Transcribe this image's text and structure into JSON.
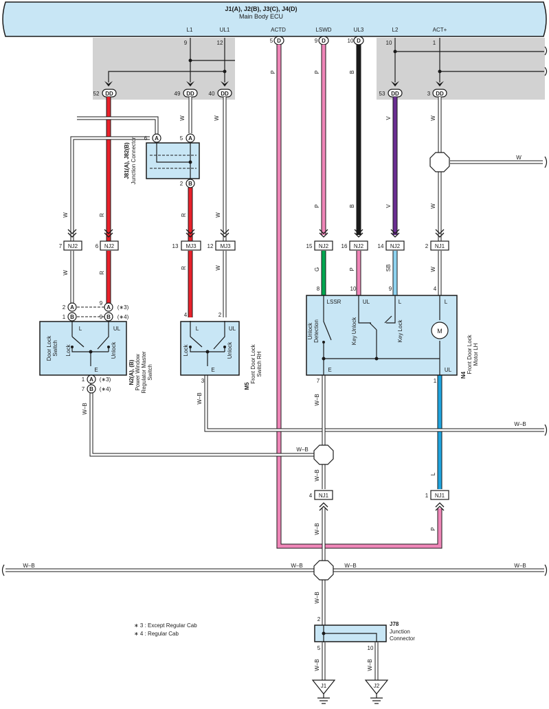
{
  "ecu": {
    "title": "J1(A), J2(B), J3(C), J4(D)",
    "subtitle": "Main Body ECU",
    "terminals": [
      {
        "name": "L1",
        "pin": "9"
      },
      {
        "name": "UL1",
        "pin": "12"
      },
      {
        "name": "ACTD",
        "pin": "5"
      },
      {
        "name": "LSWD",
        "pin": "9"
      },
      {
        "name": "UL3",
        "pin": "10"
      },
      {
        "name": "L2",
        "pin": "10"
      },
      {
        "name": "ACT+",
        "pin": "1"
      }
    ],
    "connector_letters": {
      "actd": "D",
      "lswd": "D",
      "ul3": "D"
    }
  },
  "dd_connectors": [
    {
      "pin": "52",
      "letter": "DD"
    },
    {
      "pin": "49",
      "letter": "DD"
    },
    {
      "pin": "40",
      "letter": "DD"
    },
    {
      "pin": "53",
      "letter": "DD"
    },
    {
      "pin": "3",
      "letter": "DD"
    }
  ],
  "junction_j81": {
    "title": "J81(A), J82(B)",
    "desc": "Junction Connector",
    "pins": [
      {
        "pin": "6",
        "letter": "A"
      },
      {
        "pin": "5",
        "letter": "A"
      },
      {
        "pin": "2",
        "letter": "B"
      }
    ]
  },
  "wire_colors": {
    "w": "W",
    "r": "R",
    "p": "P",
    "b": "B",
    "v": "V",
    "g": "G",
    "sb": "SB",
    "l": "L",
    "wb": "W–B"
  },
  "inline_connectors": [
    {
      "pin": "7",
      "name": "NJ2"
    },
    {
      "pin": "6",
      "name": "NJ2"
    },
    {
      "pin": "13",
      "name": "MJ3"
    },
    {
      "pin": "12",
      "name": "MJ3"
    },
    {
      "pin": "15",
      "name": "NJ2"
    },
    {
      "pin": "16",
      "name": "NJ2"
    },
    {
      "pin": "14",
      "name": "NJ2"
    },
    {
      "pin": "2",
      "name": "NJ1"
    },
    {
      "pin": "4",
      "name": "NJ1"
    },
    {
      "pin": "1",
      "name": "NJ1"
    }
  ],
  "n2": {
    "title": "N2(A), (B)",
    "desc_lines": [
      "Power Window",
      "Regulator Master",
      "Switch"
    ],
    "switch_label": [
      "Door Lock",
      "Switch"
    ],
    "pins": {
      "l": "L",
      "ul": "UL",
      "e": "E",
      "lock": "Lock",
      "unlock": "Unlock"
    },
    "side_pins": [
      {
        "pin": "2",
        "letter": "A"
      },
      {
        "pin": "1",
        "letter": "B"
      },
      {
        "pin": "9",
        "letter": "A",
        "note": "(∗3)"
      },
      {
        "pin": "9",
        "letter": "B",
        "note": "(∗4)"
      },
      {
        "pin": "1",
        "letter": "A",
        "note": "(∗3)"
      },
      {
        "pin": "7",
        "letter": "B",
        "note": "(∗4)"
      }
    ]
  },
  "m5": {
    "title": "M5",
    "desc_lines": [
      "Front Door Lock",
      "Switch RH"
    ],
    "pins": {
      "p4": "4",
      "p2": "2",
      "p3": "3",
      "l": "L",
      "ul": "UL",
      "e": "E",
      "lock": "Lock",
      "unlock": "Unlock"
    }
  },
  "n4": {
    "title": "N4",
    "desc_lines": [
      "Front Door Lock",
      "Motor LH"
    ],
    "pins": {
      "p8": "8",
      "p10": "10",
      "p9": "9",
      "p4": "4",
      "p7": "7",
      "p1": "1",
      "lssr": "LSSR",
      "ul": "UL",
      "l1": "L",
      "l2": "L",
      "e": "E",
      "ul2": "UL",
      "m": "M",
      "unlock_det": [
        "Unlock",
        "Detection"
      ],
      "key_unlock": "Key Unlock",
      "key_lock": "Key Lock"
    }
  },
  "j78": {
    "title": "J78",
    "desc_lines": [
      "Junction",
      "Connector"
    ],
    "pins": {
      "p2": "2",
      "p5": "5",
      "p10": "10"
    }
  },
  "grounds": {
    "g1": "J1",
    "g2": "J2"
  },
  "notes": [
    "∗ 3 : Except Regular Cab",
    "∗ 4 : Regular Cab"
  ],
  "colors": {
    "red": "#e8212b",
    "pink": "#ef86b8",
    "black": "#1a1a1a",
    "violet": "#6a2e91",
    "green": "#00a650",
    "skyblue": "#8fd3f0",
    "blue": "#1fa3dd",
    "white_wire": "#ffffff",
    "box_fill": "#c8e6f5",
    "gray_shade": "#d2d2d2"
  }
}
